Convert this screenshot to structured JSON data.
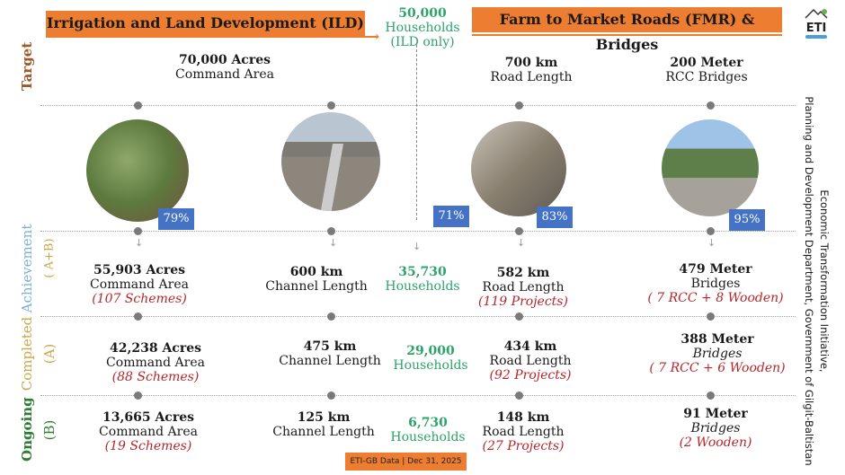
{
  "header": {
    "ild_title": "Irrigation and Land Development (ILD)",
    "fmr_title": "Farm to Market Roads (FMR) & Bridges",
    "households_target": {
      "value": "50,000",
      "label": "Households",
      "note": "(ILD only)"
    },
    "logo": "ETI"
  },
  "row_labels": {
    "target": "Target",
    "achievement": "Achievement",
    "achievement_sub": "( A+B)",
    "completed": "Completed",
    "completed_sub": "(A)",
    "ongoing": "Ongoing",
    "ongoing_sub": "(B)"
  },
  "target": {
    "ild": {
      "value": "70,000 Acres",
      "label": "Command Area"
    },
    "road": {
      "value": "700 km",
      "label": "Road Length"
    },
    "bridge": {
      "value": "200 Meter",
      "label": "RCC Bridges"
    }
  },
  "badges": {
    "ild": "79%",
    "households": "71%",
    "road": "83%",
    "bridge": "95%"
  },
  "achievement": {
    "ild": {
      "value": "55,903 Acres",
      "label": "Command Area",
      "note": "(107 Schemes)"
    },
    "channel": {
      "value": "600 km",
      "label": "Channel Length"
    },
    "households": {
      "value": "35,730",
      "label": "Households"
    },
    "road": {
      "value": "582 km",
      "label": "Road Length",
      "note": "(119 Projects)"
    },
    "bridge": {
      "value": "479 Meter",
      "label": "Bridges",
      "note": "( 7 RCC + 8 Wooden)"
    }
  },
  "completed": {
    "ild": {
      "value": "42,238 Acres",
      "label": "Command Area",
      "note": "(88 Schemes)"
    },
    "channel": {
      "value": "475 km",
      "label": "Channel Length"
    },
    "households": {
      "value": "29,000",
      "label": "Households"
    },
    "road": {
      "value": "434 km",
      "label": "Road Length",
      "note": "(92 Projects)"
    },
    "bridge": {
      "value": "388 Meter",
      "label": "Bridges",
      "note": "( 7 RCC + 6 Wooden)"
    }
  },
  "ongoing": {
    "ild": {
      "value": "13,665 Acres",
      "label": "Command Area",
      "note": "(19 Schemes)"
    },
    "channel": {
      "value": "125 km",
      "label": "Channel Length"
    },
    "households": {
      "value": "6,730",
      "label": "Households"
    },
    "road": {
      "value": "148 km",
      "label": "Road Length",
      "note": "(27 Projects)"
    },
    "bridge": {
      "value": "91 Meter",
      "label": "Bridges",
      "note": "(2 Wooden)"
    }
  },
  "side_text": {
    "line1": "Economic Transformation Initiative,",
    "line2": "Planning and Development Department, Government of Gilgit-Baltistan"
  },
  "footer": "ETI-GB Data | Dec 31, 2025",
  "colors": {
    "orange": "#ed7d31",
    "badge": "#4472c4",
    "green": "#2ca36b",
    "red": "#b5262b"
  }
}
